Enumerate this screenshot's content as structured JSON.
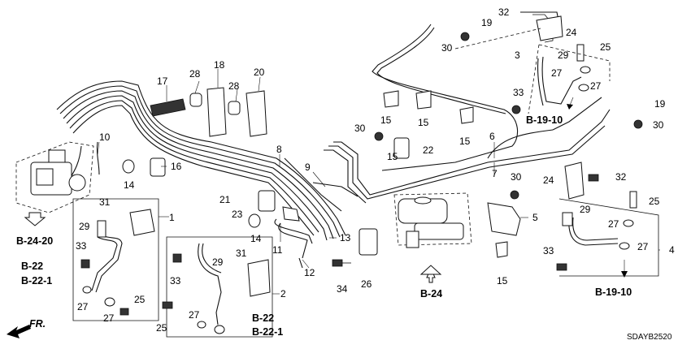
{
  "part_numbers": {
    "n1": "1",
    "n2": "2",
    "n3": "3",
    "n4": "4",
    "n5": "5",
    "n6": "6",
    "n7": "7",
    "n8": "8",
    "n9": "9",
    "n10": "10",
    "n11": "11",
    "n12": "12",
    "n13": "13",
    "n14a": "14",
    "n14b": "14",
    "n15a": "15",
    "n15b": "15",
    "n15c": "15",
    "n15d": "15",
    "n15e": "15",
    "n16": "16",
    "n17": "17",
    "n18": "18",
    "n19a": "19",
    "n19b": "19",
    "n20": "20",
    "n21": "21",
    "n22": "22",
    "n23": "23",
    "n24a": "24",
    "n24b": "24",
    "n25a": "25",
    "n25b": "25",
    "n25c": "25",
    "n25d": "25",
    "n26": "26",
    "n27a": "27",
    "n27b": "27",
    "n27c": "27",
    "n27d": "27",
    "n27e": "27",
    "n27f": "27",
    "n27g": "27",
    "n28a": "28",
    "n28b": "28",
    "n29a": "29",
    "n29b": "29",
    "n29c": "29",
    "n29d": "29",
    "n30a": "30",
    "n30b": "30",
    "n30c": "30",
    "n30d": "30",
    "n31a": "31",
    "n31b": "31",
    "n32a": "32",
    "n32b": "32",
    "n33a": "33",
    "n33b": "33",
    "n33c": "33",
    "n33d": "33",
    "n34": "34"
  },
  "references": {
    "b19_10_top": "B-19-10",
    "b19_10_bottom": "B-19-10",
    "b24_20": "B-24-20",
    "b22_left": "B-22",
    "b22_1_left": "B-22-1",
    "b22_mid": "B-22",
    "b22_1_mid": "B-22-1",
    "b24": "B-24"
  },
  "labels": {
    "front_label": "FR.",
    "diagram_code": "SDAYB2520"
  }
}
